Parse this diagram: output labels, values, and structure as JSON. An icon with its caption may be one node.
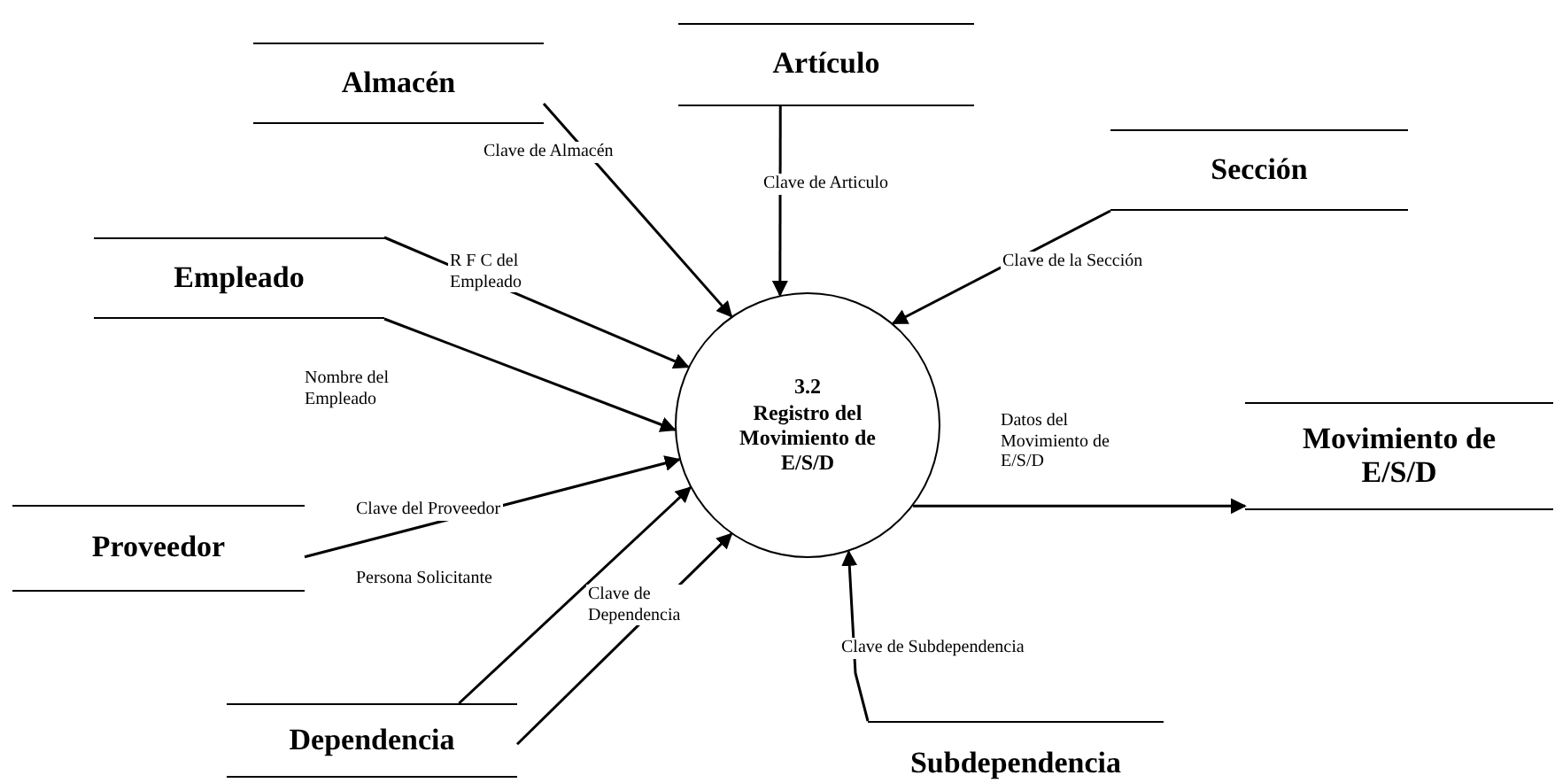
{
  "diagram": {
    "nodes": [
      {
        "text": [
          "Almacén"
        ]
      },
      {
        "text": [
          "Artículo"
        ]
      },
      {
        "text": [
          "Sección"
        ]
      },
      {
        "text": [
          "Empleado"
        ]
      },
      {
        "text": [
          "3.2",
          "Registro del Movimiento de E/S/D"
        ]
      },
      {
        "text": [
          "Movimiento de E/S/D"
        ]
      },
      {
        "text": [
          "Proveedor"
        ]
      },
      {
        "text": [
          "Dependencia"
        ]
      },
      {
        "text": [
          "Subdependencia"
        ]
      }
    ],
    "edges": [
      {
        "from": 0,
        "to": 4,
        "arrow": "to",
        "label": "Clave de Almacén"
      },
      {
        "from": 1,
        "to": 4,
        "arrow": "to",
        "label": "Clave de Articulo"
      },
      {
        "from": 2,
        "to": 4,
        "arrow": "to",
        "label": "Clave de la Sección"
      },
      {
        "from": 3,
        "to": 4,
        "arrow": "to",
        "label": "R F C del Empleado"
      },
      {
        "from": 3,
        "to": 4,
        "arrow": "to",
        "label": "Nombre del Empleado"
      },
      {
        "from": 6,
        "to": 4,
        "arrow": "to",
        "label": "Clave del Proveedor"
      },
      {
        "from": 7,
        "to": 4,
        "arrow": "to",
        "label": "Persona Solicitante"
      },
      {
        "from": 7,
        "to": 4,
        "arrow": "to",
        "label": "Clave de Dependencia"
      },
      {
        "from": 8,
        "to": 4,
        "arrow": "to",
        "label": "Clave de Subdependencia"
      },
      {
        "from": 4,
        "to": 5,
        "arrow": "to",
        "label": "Datos del Movimiento de E/S/D"
      }
    ]
  }
}
